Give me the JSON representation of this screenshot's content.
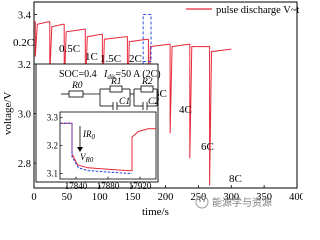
{
  "chart_data": {
    "type": "line",
    "xlabel": "time/s",
    "ylabel": "voltage/V",
    "xlim": [
      0,
      400
    ],
    "ylim": [
      2.7,
      3.45
    ],
    "x_ticks": [
      "0",
      "50",
      "100",
      "150",
      "200",
      "250",
      "300",
      "350",
      "400"
    ],
    "y_ticks": [
      "2.8",
      "3.0",
      "3.2",
      "3.4"
    ],
    "legend": {
      "label": "pulse discharge V~t",
      "placement": "top-right",
      "color": "#e8283a"
    },
    "series": [
      {
        "name": "pulse discharge V~t",
        "color": "#e8283a",
        "points": [
          [
            0,
            3.37
          ],
          [
            2,
            3.37
          ],
          [
            2,
            3.23
          ],
          [
            5,
            3.36
          ],
          [
            22,
            3.37
          ],
          [
            24,
            3.37
          ],
          [
            24,
            3.16
          ],
          [
            27,
            3.35
          ],
          [
            44,
            3.36
          ],
          [
            46,
            3.36
          ],
          [
            46,
            3.11
          ],
          [
            49,
            3.33
          ],
          [
            76,
            3.34
          ],
          [
            78,
            3.34
          ],
          [
            78,
            3.09
          ],
          [
            81,
            3.31
          ],
          [
            102,
            3.32
          ],
          [
            104,
            3.32
          ],
          [
            104,
            3.05
          ],
          [
            107,
            3.3
          ],
          [
            140,
            3.31
          ],
          [
            142,
            3.31
          ],
          [
            142,
            3.02
          ],
          [
            145,
            3.29
          ],
          [
            172,
            3.3
          ],
          [
            174,
            3.3
          ],
          [
            174,
            2.97
          ],
          [
            177,
            3.27
          ],
          [
            205,
            3.28
          ],
          [
            207,
            3.28
          ],
          [
            207,
            2.92
          ],
          [
            210,
            3.27
          ],
          [
            235,
            3.28
          ],
          [
            237,
            3.28
          ],
          [
            237,
            2.82
          ],
          [
            240,
            3.27
          ],
          [
            265,
            3.27
          ],
          [
            267,
            3.27
          ],
          [
            267,
            2.71
          ],
          [
            270,
            3.25
          ],
          [
            300,
            3.26
          ]
        ]
      }
    ],
    "annotations": [
      "0.2C",
      "0.5C",
      "1C",
      "1.5C",
      "2C",
      "3C",
      "4C",
      "6C",
      "8C"
    ],
    "highlight_box": {
      "x": [
        166,
        178
      ],
      "y": [
        3.21,
        3.4
      ],
      "color": "#1f3bd6"
    },
    "inset": {
      "note_lines": [
        "SOC=0.4",
        "I_dis=50 A (2C)"
      ],
      "circuit_labels": [
        "R0",
        "R1",
        "R2",
        "C1",
        "C2"
      ],
      "xlim": [
        17820,
        17940
      ],
      "ylim": [
        3.08,
        3.32
      ],
      "x_ticks": [
        "17840",
        "17880",
        "17920"
      ],
      "y_ticks": [
        "3.3",
        "3.2",
        "3.1"
      ],
      "delta_labels": [
        "IR0",
        "VR0"
      ],
      "data_series": {
        "color": "#e8283a",
        "points": [
          [
            17820,
            3.28
          ],
          [
            17835,
            3.28
          ],
          [
            17835,
            3.17
          ],
          [
            17842,
            3.13
          ],
          [
            17855,
            3.12
          ],
          [
            17880,
            3.115
          ],
          [
            17905,
            3.11
          ],
          [
            17910,
            3.11
          ],
          [
            17910,
            3.23
          ],
          [
            17918,
            3.25
          ],
          [
            17930,
            3.26
          ],
          [
            17940,
            3.26
          ]
        ]
      },
      "model_series": {
        "color": "#1f3bd6",
        "points": [
          [
            17820,
            3.28
          ],
          [
            17835,
            3.28
          ],
          [
            17835,
            3.16
          ],
          [
            17843,
            3.12
          ],
          [
            17855,
            3.11
          ],
          [
            17880,
            3.105
          ],
          [
            17905,
            3.1
          ],
          [
            17910,
            3.1
          ]
        ]
      }
    }
  },
  "watermark": "能源学与资源"
}
